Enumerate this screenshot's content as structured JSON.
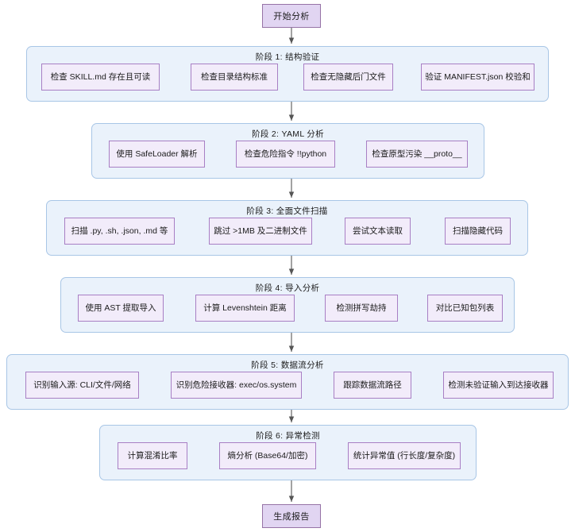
{
  "diagram": {
    "title_node_start": "开始分析",
    "title_node_end": "生成报告",
    "colors": {
      "terminal_fill": "#e1d5f2",
      "terminal_border": "#9673a6",
      "stage_fill": "#eaf2fb",
      "stage_border": "#a8c6e6",
      "node_fill": "#f2ecfa",
      "node_border": "#a87fc4",
      "edge": "#555555",
      "background": "#ffffff"
    },
    "stages": [
      {
        "title": "阶段 1: 结构验证",
        "nodes": [
          "检查 SKILL.md 存在且可读",
          "检查目录结构标准",
          "检查无隐藏后门文件",
          "验证 MANIFEST.json 校验和"
        ]
      },
      {
        "title": "阶段 2: YAML 分析",
        "nodes": [
          "使用 SafeLoader 解析",
          "检查危险指令 !!python",
          "检查原型污染 __proto__"
        ]
      },
      {
        "title": "阶段 3: 全面文件扫描",
        "nodes": [
          "扫描 .py, .sh, .json, .md 等",
          "跳过 >1MB 及二进制文件",
          "尝试文本读取",
          "扫描隐藏代码"
        ]
      },
      {
        "title": "阶段 4: 导入分析",
        "nodes": [
          "使用 AST 提取导入",
          "计算 Levenshtein 距离",
          "检测拼写劫持",
          "对比已知包列表"
        ]
      },
      {
        "title": "阶段 5: 数据流分析",
        "nodes": [
          "识别输入源: CLI/文件/网络",
          "识别危险接收器: exec/os.system",
          "跟踪数据流路径",
          "检测未验证输入到达接收器"
        ]
      },
      {
        "title": "阶段 6: 异常检测",
        "nodes": [
          "计算混淆比率",
          "熵分析 (Base64/加密)",
          "统计异常值 (行长度/复杂度)"
        ]
      }
    ]
  }
}
